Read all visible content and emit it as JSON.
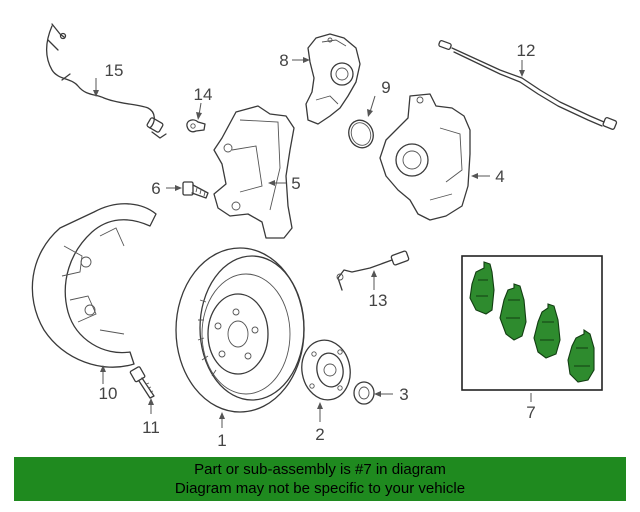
{
  "diagram": {
    "callouts": [
      {
        "id": "1",
        "label": "1"
      },
      {
        "id": "2",
        "label": "2"
      },
      {
        "id": "3",
        "label": "3"
      },
      {
        "id": "4",
        "label": "4"
      },
      {
        "id": "5",
        "label": "5"
      },
      {
        "id": "6",
        "label": "6"
      },
      {
        "id": "7",
        "label": "7"
      },
      {
        "id": "8",
        "label": "8"
      },
      {
        "id": "9",
        "label": "9"
      },
      {
        "id": "10",
        "label": "10"
      },
      {
        "id": "11",
        "label": "11"
      },
      {
        "id": "12",
        "label": "12"
      },
      {
        "id": "13",
        "label": "13"
      },
      {
        "id": "14",
        "label": "14"
      },
      {
        "id": "15",
        "label": "15"
      }
    ],
    "highlight_color": "#2e8b2e"
  },
  "footer": {
    "line1": "Part or sub-assembly is #7 in diagram",
    "line2": "Diagram may not be specific to your vehicle",
    "background": "#1f8a1f"
  }
}
